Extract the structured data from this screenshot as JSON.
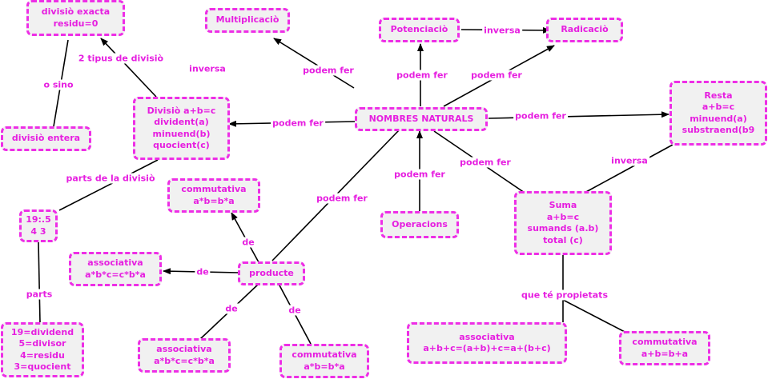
{
  "colors": {
    "accent": "#e61ee0",
    "border": "#ee2ee6",
    "node_fill": "#f1f1f1",
    "line": "#000000"
  },
  "nodes": {
    "divisio_exacta": "divisiò exacta\nresidu=0",
    "multiplicacio": "Multiplicaciò",
    "potenciacio": "Potenciaciò",
    "radicacio": "Radicaciò",
    "divisio": "Divisiò a+b=c\ndivident(a)\nminuend(b)\nquocient(c)",
    "nombres_naturals": "NOMBRES NATURALS",
    "resta": "Resta\na+b=c\nminuend(a)\nsubstraend(b9",
    "divisio_entera": "divisiò entera",
    "commutativa_prod_top": "commutativa\na*b=b*a",
    "divisio_example": "19:.5\n4 3",
    "suma": "Suma\na+b=c\nsumands (a.b)\ntotal (c)",
    "operacions": "Operacions",
    "associativa_prod_left": "associativa\na*b*c=c*b*a",
    "producte": "producte",
    "divisio_parts": "19=dividend\n5=divisor\n4=residu\n3=quocient",
    "associativa_prod_bottom": "associativa\na*b*c=c*b*a",
    "commutativa_prod_bottom": "commutativa\na*b=b*a",
    "associativa_suma": "associativa\na+b+c=(a+b)+c=a+(b+c)",
    "commutativa_suma": "commutativa\na+b=b+a"
  },
  "labels": {
    "dos_tipus": "2 tipus de divisiò",
    "o_sino": "o sino",
    "inversa_mult": "inversa",
    "podem_fer_mult": "podem fer",
    "podem_fer_pot": "podem fer",
    "podem_fer_rad": "podem fer",
    "inversa_pot": "inversa",
    "podem_fer_div": "podem fer",
    "podem_fer_resta": "podem fer",
    "parts_divisio": "parts de la divisiò",
    "inversa_resta": "inversa",
    "podem_fer_op": "podem fer",
    "podem_fer_suma": "podem fer",
    "podem_fer_prod": "podem fer",
    "de_top": "de",
    "de_left": "de",
    "de_bl": "de",
    "de_br": "de",
    "parts": "parts",
    "que_te": "que té propietats"
  }
}
